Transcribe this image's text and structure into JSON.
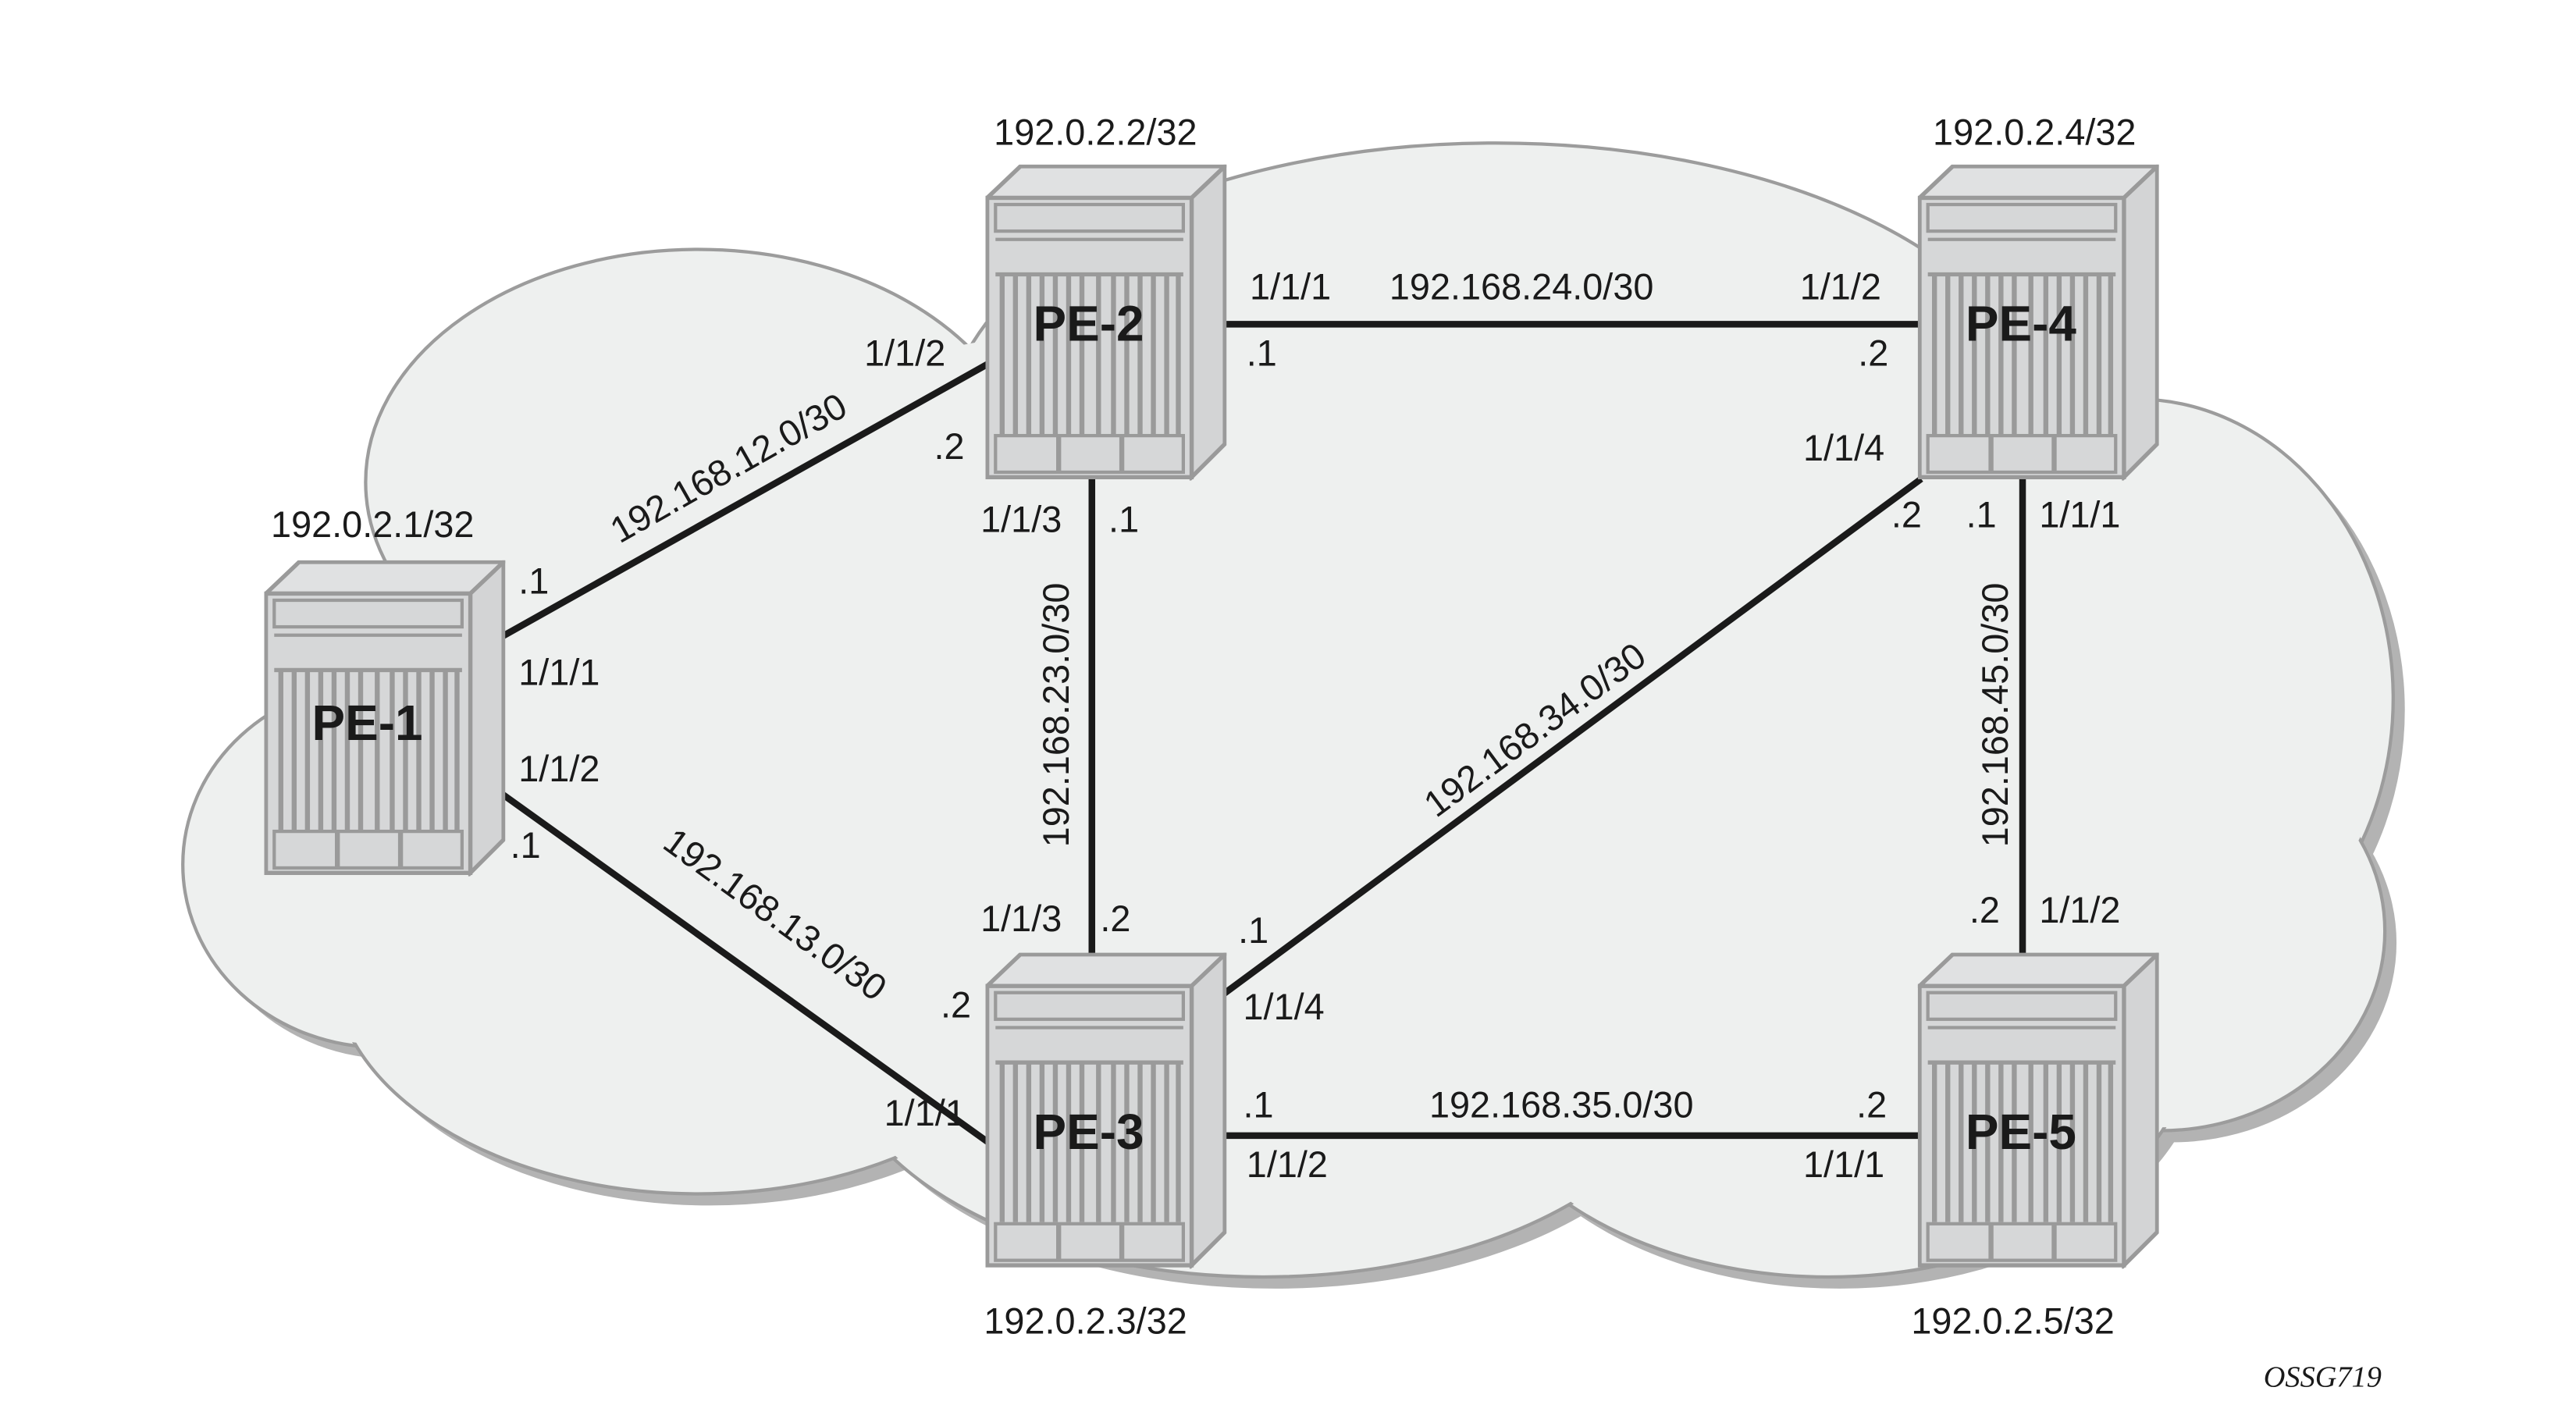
{
  "routers": [
    {
      "name": "PE-1",
      "loopback": "192.0.2.1/32"
    },
    {
      "name": "PE-2",
      "loopback": "192.0.2.2/32"
    },
    {
      "name": "PE-3",
      "loopback": "192.0.2.3/32"
    },
    {
      "name": "PE-4",
      "loopback": "192.0.2.4/32"
    },
    {
      "name": "PE-5",
      "loopback": "192.0.2.5/32"
    }
  ],
  "links": [
    {
      "subnet": "192.168.12.0/30",
      "a_port": "1/1/1",
      "a_host": ".1",
      "b_port": "1/1/2",
      "b_host": ".2"
    },
    {
      "subnet": "192.168.13.0/30",
      "a_port": "1/1/2",
      "a_host": ".1",
      "b_port": "1/1/1",
      "b_host": ".2"
    },
    {
      "subnet": "192.168.24.0/30",
      "a_port": "1/1/1",
      "a_host": ".1",
      "b_port": "1/1/2",
      "b_host": ".2"
    },
    {
      "subnet": "192.168.23.0/30",
      "a_port": "1/1/3",
      "a_host": ".1",
      "b_port": "1/1/3",
      "b_host": ".2"
    },
    {
      "subnet": "192.168.34.0/30",
      "a_port": "1/1/4",
      "a_host": ".1",
      "b_port": "1/1/4",
      "b_host": ".2"
    },
    {
      "subnet": "192.168.45.0/30",
      "a_port": "1/1/1",
      "a_host": ".1",
      "b_port": "1/1/2",
      "b_host": ".2"
    },
    {
      "subnet": "192.168.35.0/30",
      "a_port": "1/1/2",
      "a_host": ".1",
      "b_port": "1/1/1",
      "b_host": ".2"
    }
  ],
  "figure_id": "OSSG719",
  "colors": {
    "cloud": "#eef0ef",
    "cloud_stroke": "#9c9c9c",
    "shadow": "#b3b3b3",
    "router": "#d6d7d8",
    "link": "#1a1a1a"
  }
}
